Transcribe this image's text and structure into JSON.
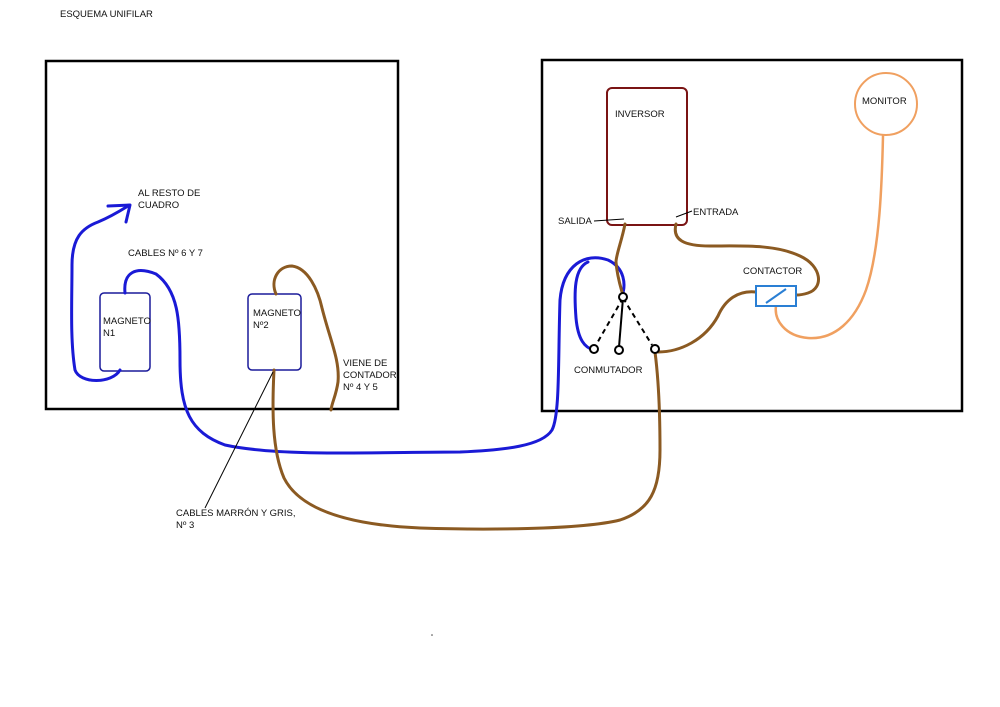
{
  "title": "ESQUEMA UNIFILAR",
  "labels": {
    "al_resto_1": "AL RESTO DE",
    "al_resto_2": "CUADRO",
    "cables_6_7": "CABLES Nº 6 Y 7",
    "magneto1_1": "MAGNETO",
    "magneto1_2": "N1",
    "magneto2_1": "MAGNETO",
    "magneto2_2": "Nº2",
    "viene_1": "VIENE DE",
    "viene_2": "CONTADOR",
    "viene_3": "Nº 4 Y 5",
    "cables_marron_1": "CABLES MARRÓN Y GRIS,",
    "cables_marron_2": "Nº 3",
    "inversor": "INVERSOR",
    "salida": "SALIDA",
    "entrada": "ENTRADA",
    "contactor": "CONTACTOR",
    "monitor": "MONITOR",
    "conmutador": "CONMUTADOR"
  },
  "colors": {
    "blue_wire": "#1a1ad6",
    "brown_wire": "#8b5a22",
    "orange_wire": "#f0a060",
    "inversor_border": "#7a1414",
    "contactor": "#2a7fd4",
    "magneto_border": "#1a1a9a",
    "frame": "#000000"
  }
}
